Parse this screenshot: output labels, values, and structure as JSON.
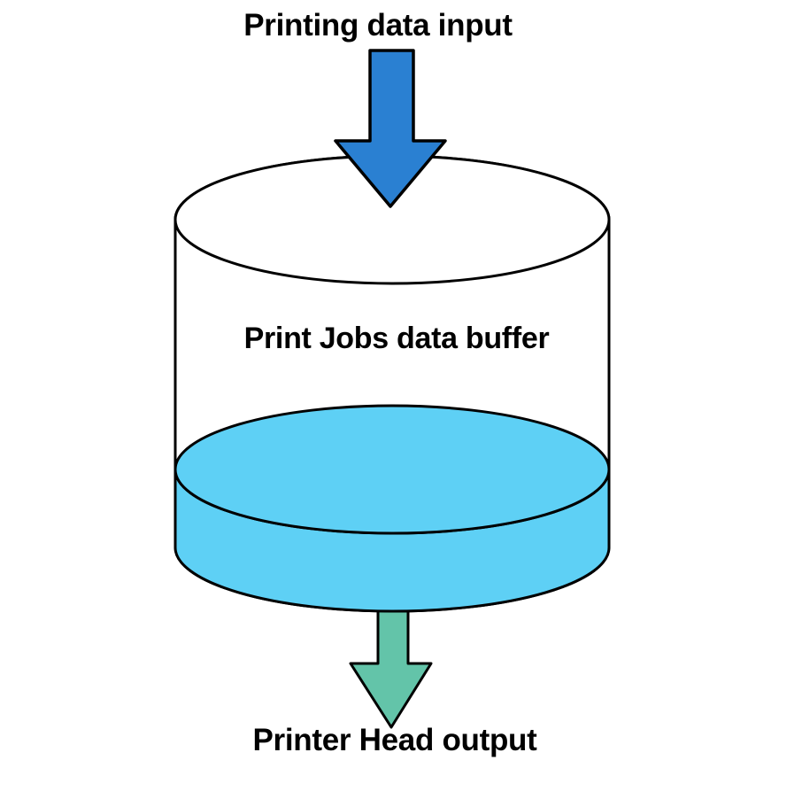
{
  "diagram": {
    "input_label": "Printing data input",
    "buffer_label": "Print Jobs data buffer",
    "output_label": "Printer Head output"
  },
  "colors": {
    "input_arrow": "#2a80d2",
    "buffer_fill": "#5ed0f5",
    "output_arrow": "#63c4a9",
    "outline": "#000000",
    "text": "#000000",
    "background": "#ffffff"
  }
}
